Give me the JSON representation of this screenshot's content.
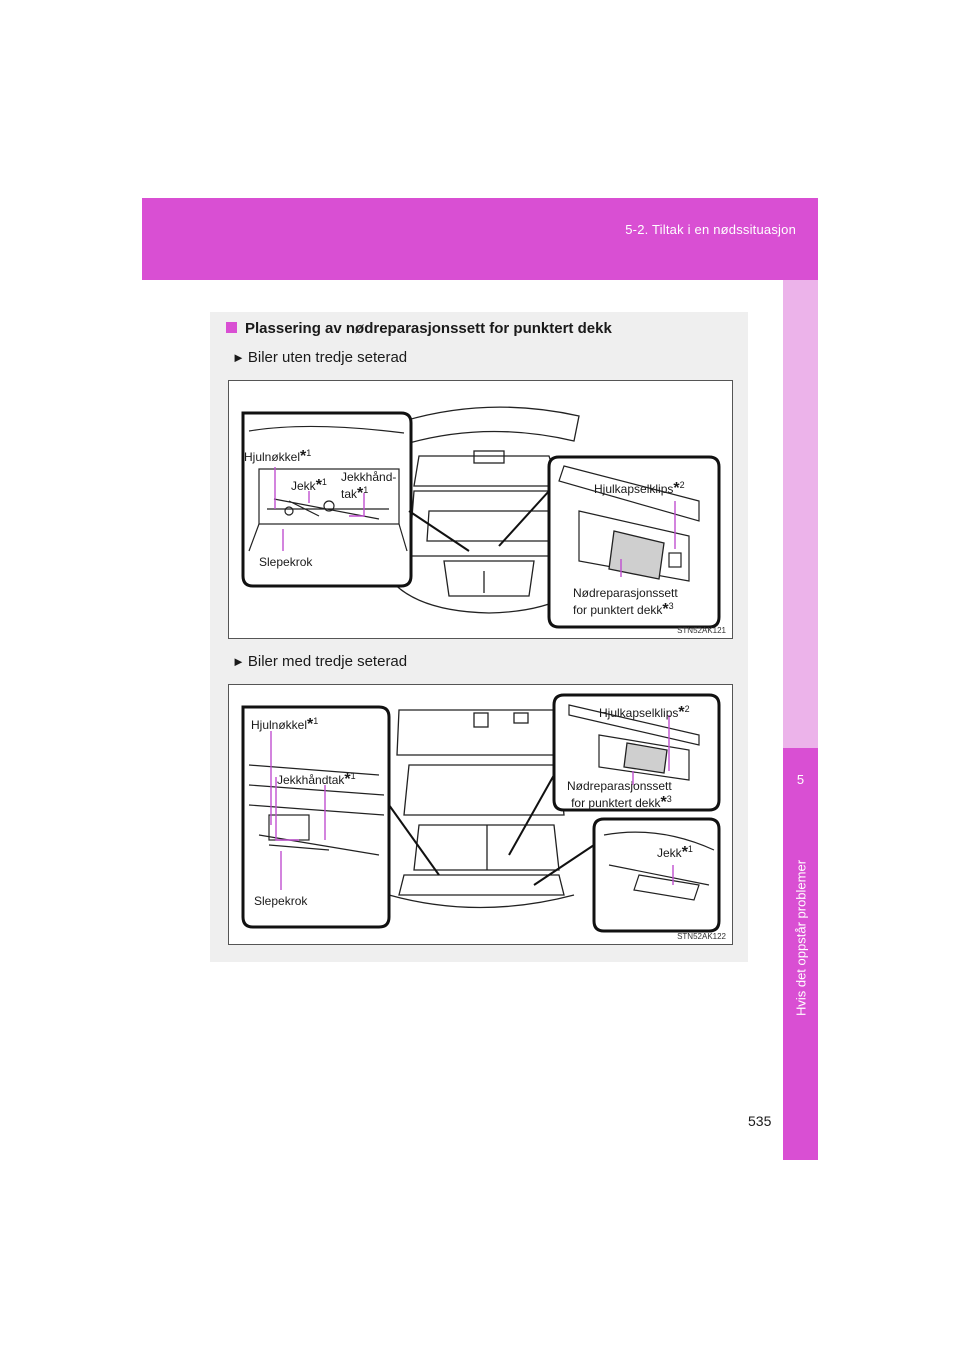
{
  "header": {
    "title": "5-2. Tiltak i en nødssituasjon"
  },
  "side_tab": {
    "number": "5",
    "label": "Hvis det oppstår problemer"
  },
  "section": {
    "title": "Plassering av nødreparasjonssett for punktert dekk"
  },
  "figure1": {
    "heading": "Biler uten tredje seterad",
    "code": "STN52AK121",
    "labels": {
      "wheel_wrench": "Hjulnøkkel",
      "wheel_wrench_mark": "1",
      "jack": "Jekk",
      "jack_mark": "1",
      "jack_handle_line1": "Jekkhånd-",
      "jack_handle_line2": "tak",
      "jack_handle_mark": "1",
      "tow_hook": "Slepekrok",
      "hubcap_clip": "Hjulkapselklips",
      "hubcap_clip_mark": "2",
      "repair_kit_line1": "Nødreparasjonssett",
      "repair_kit_line2": "for punktert dekk",
      "repair_kit_mark": "3"
    }
  },
  "figure2": {
    "heading": "Biler med tredje seterad",
    "code": "STN52AK122",
    "labels": {
      "wheel_wrench": "Hjulnøkkel",
      "wheel_wrench_mark": "1",
      "jack_handle": "Jekkhåndtak",
      "jack_handle_mark": "1",
      "tow_hook": "Slepekrok",
      "hubcap_clip": "Hjulkapselklips",
      "hubcap_clip_mark": "2",
      "repair_kit_line1": "Nødreparasjonssett",
      "repair_kit_line2": "for punktert dekk",
      "repair_kit_mark": "3",
      "jack": "Jekk",
      "jack_mark": "1"
    }
  },
  "star_symbol": "*",
  "bullet_symbol": "►",
  "page_number": "535",
  "colors": {
    "accent": "#d94fd3",
    "accent_light": "#ecb3ea",
    "callout_line": "#c04fd0"
  }
}
